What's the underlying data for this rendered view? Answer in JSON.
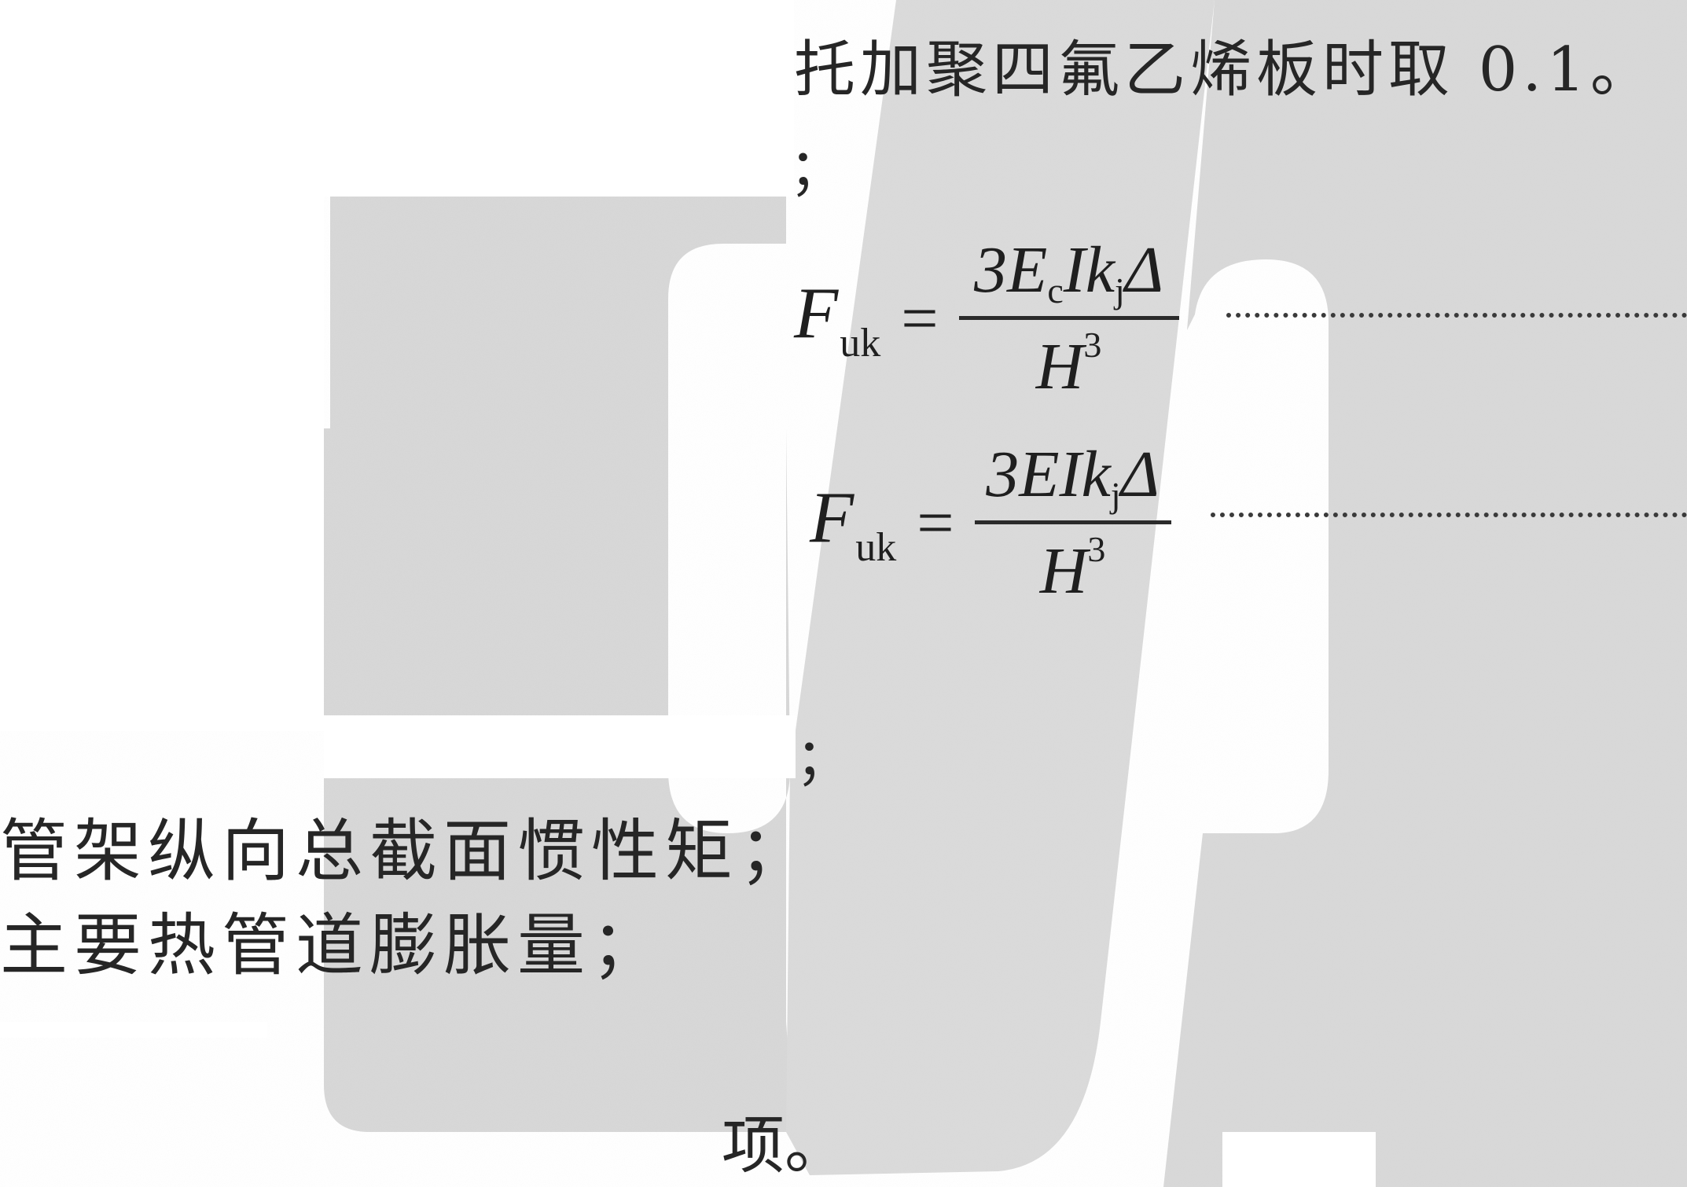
{
  "text": {
    "line_top": "托加聚四氟乙烯板时取 0.1。",
    "semicolon_upper": "；",
    "semicolon_lower": "；",
    "line_inertia": "管架纵向总截面惯性矩；",
    "line_expansion": "主要热管道膨胀量；",
    "line_bottom": "项。"
  },
  "formula_1": {
    "lhs": "F",
    "lhs_sub": "uk",
    "equals": "=",
    "numerator_a": "3E",
    "numerator_sub_c": "c",
    "numerator_b": "Ik",
    "numerator_sub_j": "j",
    "numerator_c": "Δ",
    "denominator": "H",
    "denominator_sup": "3"
  },
  "formula_2": {
    "lhs": "F",
    "lhs_sub": "uk",
    "equals": "=",
    "numerator_a": "3EIk",
    "numerator_sub_j": "j",
    "numerator_c": "Δ",
    "denominator": "H",
    "denominator_sup": "3"
  },
  "colors": {
    "paper": "#ffffff",
    "texture_fill": "#d8d8d8",
    "ink": "#262626"
  }
}
